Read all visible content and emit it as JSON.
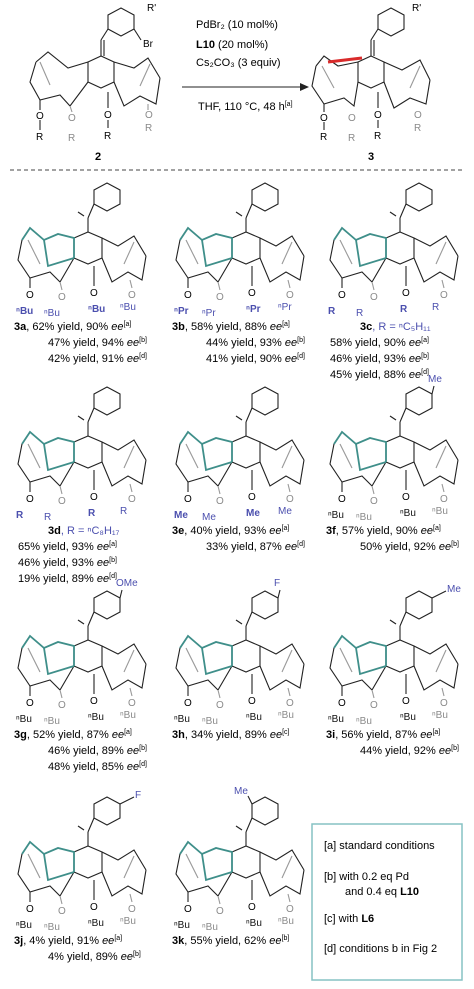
{
  "header": {
    "reactant_label": "2",
    "product_label": "3",
    "reactant_substituents": {
      "ring_sub": "R'",
      "halogen": "Br",
      "ether": "O",
      "r_group": "R"
    },
    "product_substituents": {
      "ring_sub": "R'",
      "ether": "O",
      "r_group": "R"
    },
    "conditions": {
      "line1": "PdBr₂ (10 mol%)",
      "line2_bold": "L10",
      "line2_rest": " (20 mol%)",
      "line3": "Cs₂CO₃ (3 equiv)",
      "line4": "THF, 110 °C, 48 h",
      "line4_note": "[a]"
    }
  },
  "compounds": [
    {
      "id": "3a",
      "arene_sub": "",
      "r_front": "ⁿBu",
      "r_back": "ⁿBu",
      "rlabel": "",
      "results": [
        {
          "text": ", 62% yield, 90% ",
          "ee": "ee",
          "note": "[a]"
        },
        {
          "text": "47% yield, 94% ",
          "ee": "ee",
          "note": "[b]"
        },
        {
          "text": "42% yield, 91% ",
          "ee": "ee",
          "note": "[d]"
        }
      ]
    },
    {
      "id": "3b",
      "arene_sub": "",
      "r_front": "ⁿPr",
      "r_back": "ⁿPr",
      "rlabel": "",
      "results": [
        {
          "text": ", 58% yield, 88% ",
          "ee": "ee",
          "note": "[a]"
        },
        {
          "text": "44% yield, 93% ",
          "ee": "ee",
          "note": "[b]"
        },
        {
          "text": "41% yield, 90% ",
          "ee": "ee",
          "note": "[d]"
        }
      ]
    },
    {
      "id": "3c",
      "arene_sub": "",
      "r_front": "R",
      "r_back": "R",
      "rlabel": ", R = ⁿC₅H₁₁",
      "results": [
        {
          "text": "58% yield, 90% ",
          "ee": "ee",
          "note": "[a]"
        },
        {
          "text": "46% yield, 93% ",
          "ee": "ee",
          "note": "[b]"
        },
        {
          "text": "45% yield, 88% ",
          "ee": "ee",
          "note": "[d]"
        }
      ]
    },
    {
      "id": "3d",
      "arene_sub": "",
      "r_front": "R",
      "r_back": "R",
      "rlabel": ", R = ⁿC₈H₁₇",
      "results": [
        {
          "text": "65% yield, 93% ",
          "ee": "ee",
          "note": "[a]"
        },
        {
          "text": "46% yield, 93% ",
          "ee": "ee",
          "note": "[b]"
        },
        {
          "text": "19% yield, 89% ",
          "ee": "ee",
          "note": "[d]"
        }
      ]
    },
    {
      "id": "3e",
      "arene_sub": "",
      "r_front": "Me",
      "r_back": "Me",
      "rlabel": "",
      "results": [
        {
          "text": ", 40% yield, 93% ",
          "ee": "ee",
          "note": "[a]"
        },
        {
          "text": "33% yield, 87% ",
          "ee": "ee",
          "note": "[d]"
        }
      ]
    },
    {
      "id": "3f",
      "arene_sub": "Me",
      "r_front": "ⁿBu",
      "r_back": "ⁿBu",
      "rlabel": "",
      "results": [
        {
          "text": ", 57% yield, 90% ",
          "ee": "ee",
          "note": "[a]"
        },
        {
          "text": "50% yield, 92% ",
          "ee": "ee",
          "note": "[b]"
        }
      ]
    },
    {
      "id": "3g",
      "arene_sub": "OMe",
      "r_front": "ⁿBu",
      "r_back": "ⁿBu",
      "rlabel": "",
      "results": [
        {
          "text": ", 52% yield, 87% ",
          "ee": "ee",
          "note": "[a]"
        },
        {
          "text": "46% yield, 89% ",
          "ee": "ee",
          "note": "[b]"
        },
        {
          "text": "48% yield, 85% ",
          "ee": "ee",
          "note": "[d]"
        }
      ]
    },
    {
      "id": "3h",
      "arene_sub": "F",
      "r_front": "ⁿBu",
      "r_back": "ⁿBu",
      "rlabel": "",
      "results": [
        {
          "text": ", 34% yield, 89% ",
          "ee": "ee",
          "note": "[c]"
        }
      ]
    },
    {
      "id": "3i",
      "arene_sub": "Me",
      "r_front": "ⁿBu",
      "r_back": "ⁿBu",
      "rlabel": "",
      "results": [
        {
          "text": ", 56% yield, 87% ",
          "ee": "ee",
          "note": "[a]"
        },
        {
          "text": "44% yield, 92% ",
          "ee": "ee",
          "note": "[b]"
        }
      ]
    },
    {
      "id": "3j",
      "arene_sub": "F",
      "r_front": "ⁿBu",
      "r_back": "ⁿBu",
      "rlabel": "",
      "results": [
        {
          "text": ", 4% yield, 91% ",
          "ee": "ee",
          "note": "[a]"
        },
        {
          "text": "4% yield, 89% ",
          "ee": "ee",
          "note": "[b]"
        }
      ]
    },
    {
      "id": "3k",
      "arene_sub": "Me",
      "r_front": "ⁿBu",
      "r_back": "ⁿBu",
      "rlabel": "",
      "results": [
        {
          "text": ", 55% yield, 62% ",
          "ee": "ee",
          "note": "[b]"
        }
      ]
    }
  ],
  "legend": [
    {
      "key": "[a]",
      "text": " standard conditions",
      "bold": ""
    },
    {
      "key": "[b]",
      "text": " with 0.2 eq Pd",
      "text2": "and 0.4 eq ",
      "bold": "L10"
    },
    {
      "key": "[c]",
      "text": " with ",
      "bold": "L6"
    },
    {
      "key": "[d]",
      "text": " conditions b in Fig 2",
      "bold": ""
    }
  ],
  "colors": {
    "teal": "#3f8f8a",
    "blue_label": "#4b4fae",
    "gray_label": "#8a8a8a",
    "legend_border": "#86c2c4",
    "red_bond": "#d92b2b"
  }
}
